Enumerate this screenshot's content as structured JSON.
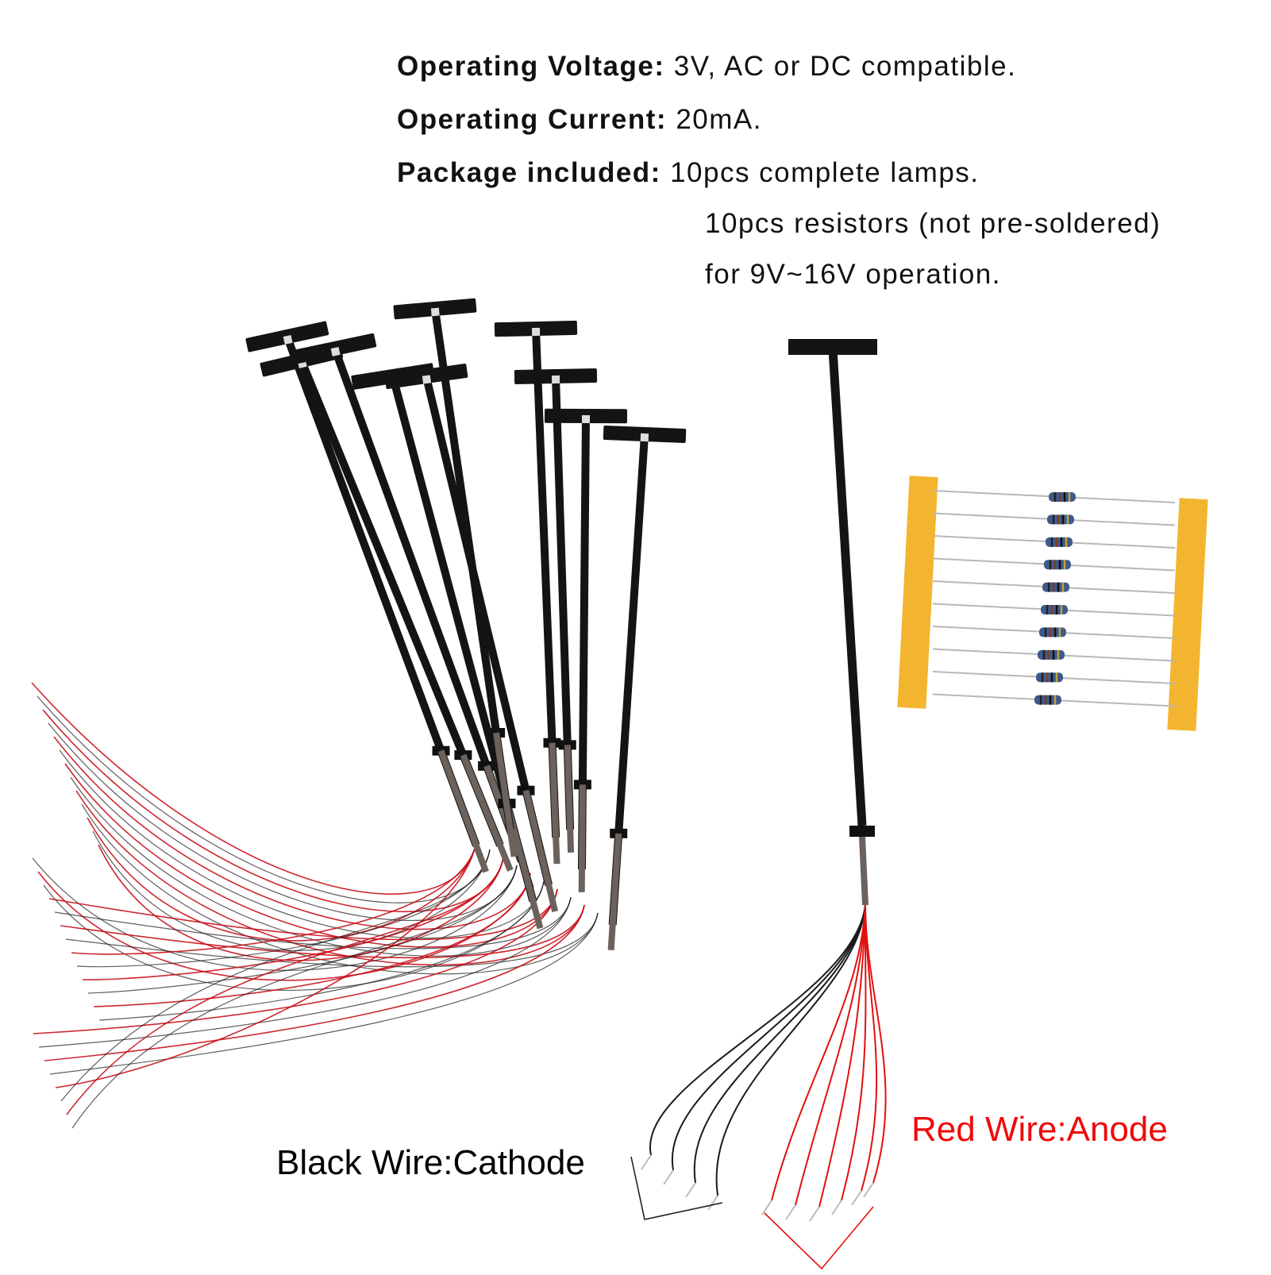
{
  "specs": {
    "voltage": {
      "key": "Operating Voltage:",
      "value": "3V, AC or DC compatible."
    },
    "current": {
      "key": "Operating Current:",
      "value": "20mA."
    },
    "package": {
      "key": "Package included:",
      "lines": [
        "10pcs complete lamps.",
        "10pcs resistors (not pre-soldered)",
        "for 9V~16V operation."
      ]
    }
  },
  "callouts": {
    "black": "Black Wire:Cathode",
    "red": "Red Wire:Anode"
  },
  "colors": {
    "lamp_post": "#141414",
    "wire_red": "#c8101a",
    "wire_black": "#1a1a1a",
    "tape": "#f3b530",
    "resistor_body": "#3d5a8a",
    "red_label": "#ee0b0b"
  },
  "product": {
    "lamp_count": 10,
    "resistor_count": 10
  }
}
